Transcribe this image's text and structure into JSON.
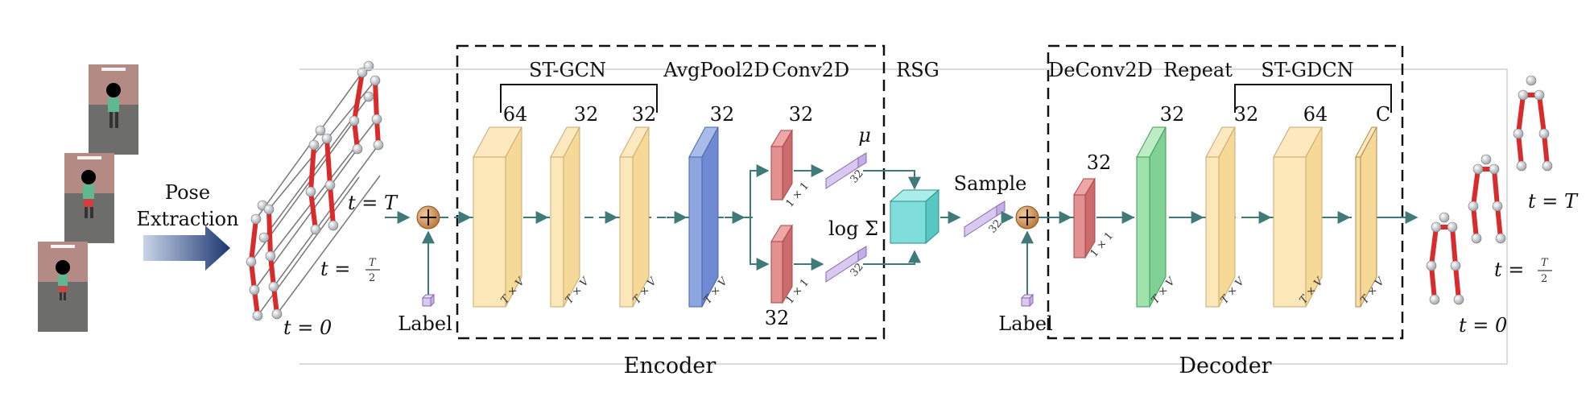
{
  "input": {
    "pose_label_line1": "Pose",
    "pose_label_line2": "Extraction"
  },
  "time_labels": {
    "t_T": "t = T",
    "t_half_prefix": "t =",
    "t_half_num": "T",
    "t_half_den": "2",
    "t_zero": "t = 0"
  },
  "encoder": {
    "caption": "Encoder",
    "stgcn_label": "ST-GCN",
    "avgpool_label": "AvgPool2D",
    "conv_label": "Conv2D",
    "dims": [
      "64",
      "32",
      "32",
      "32",
      "32",
      "32"
    ],
    "mu": "μ",
    "logsigma": "log Σ",
    "small_dim": "32",
    "kernel": "1 × 1",
    "tv": "T × V",
    "label_text": "Label"
  },
  "rsg": {
    "label": "RSG",
    "sample": "Sample",
    "sample_dim": "32"
  },
  "decoder": {
    "caption": "Decoder",
    "deconv_label": "DeConv2D",
    "repeat_label": "Repeat",
    "stgdcn_label": "ST-GDCN",
    "dims": [
      "32",
      "32",
      "32",
      "64",
      "C"
    ],
    "kernel": "1 × 1",
    "tv": "T × V",
    "label_text": "Label"
  },
  "colors": {
    "yellow": "#fbe7b8",
    "blue": "#8ea6e0",
    "red": "#e39090",
    "green": "#9fe2ae",
    "purple": "#d9c8f0",
    "cyan": "#7fdedb",
    "orange": "#d79a5e",
    "arrow": "#3f7a78",
    "skeleton": "#d92b2b"
  }
}
